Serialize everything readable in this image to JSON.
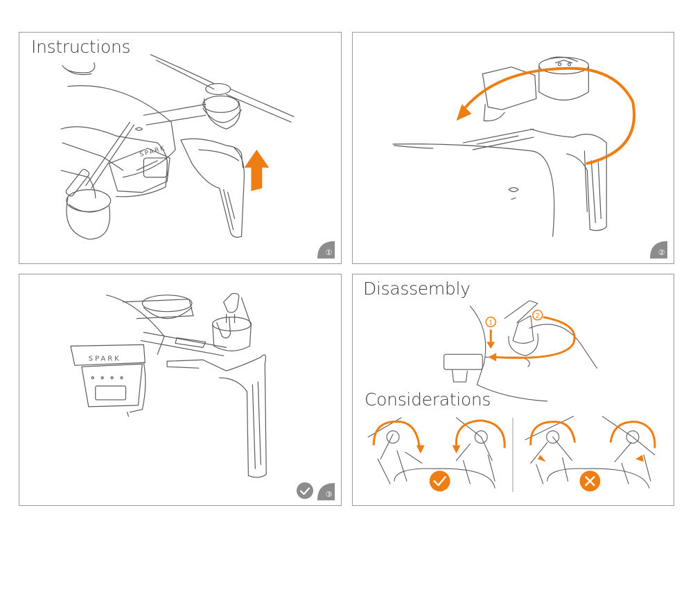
{
  "panels": {
    "instructions": {
      "heading": "Instructions",
      "step": "①"
    },
    "rotate": {
      "step": "②"
    },
    "lock": {
      "step": "③"
    },
    "disassembly": {
      "heading": "Disassembly",
      "heading2": "Considerations"
    }
  },
  "colors": {
    "accent": "#EE7D12",
    "badge": "#8c8c8c",
    "border": "#9a9a9a",
    "line": "#5a5a5a"
  },
  "icons": [
    "checkmark-icon",
    "cross-icon",
    "step-badge-icon",
    "arrow-up-icon",
    "rotate-arrow-icon"
  ]
}
